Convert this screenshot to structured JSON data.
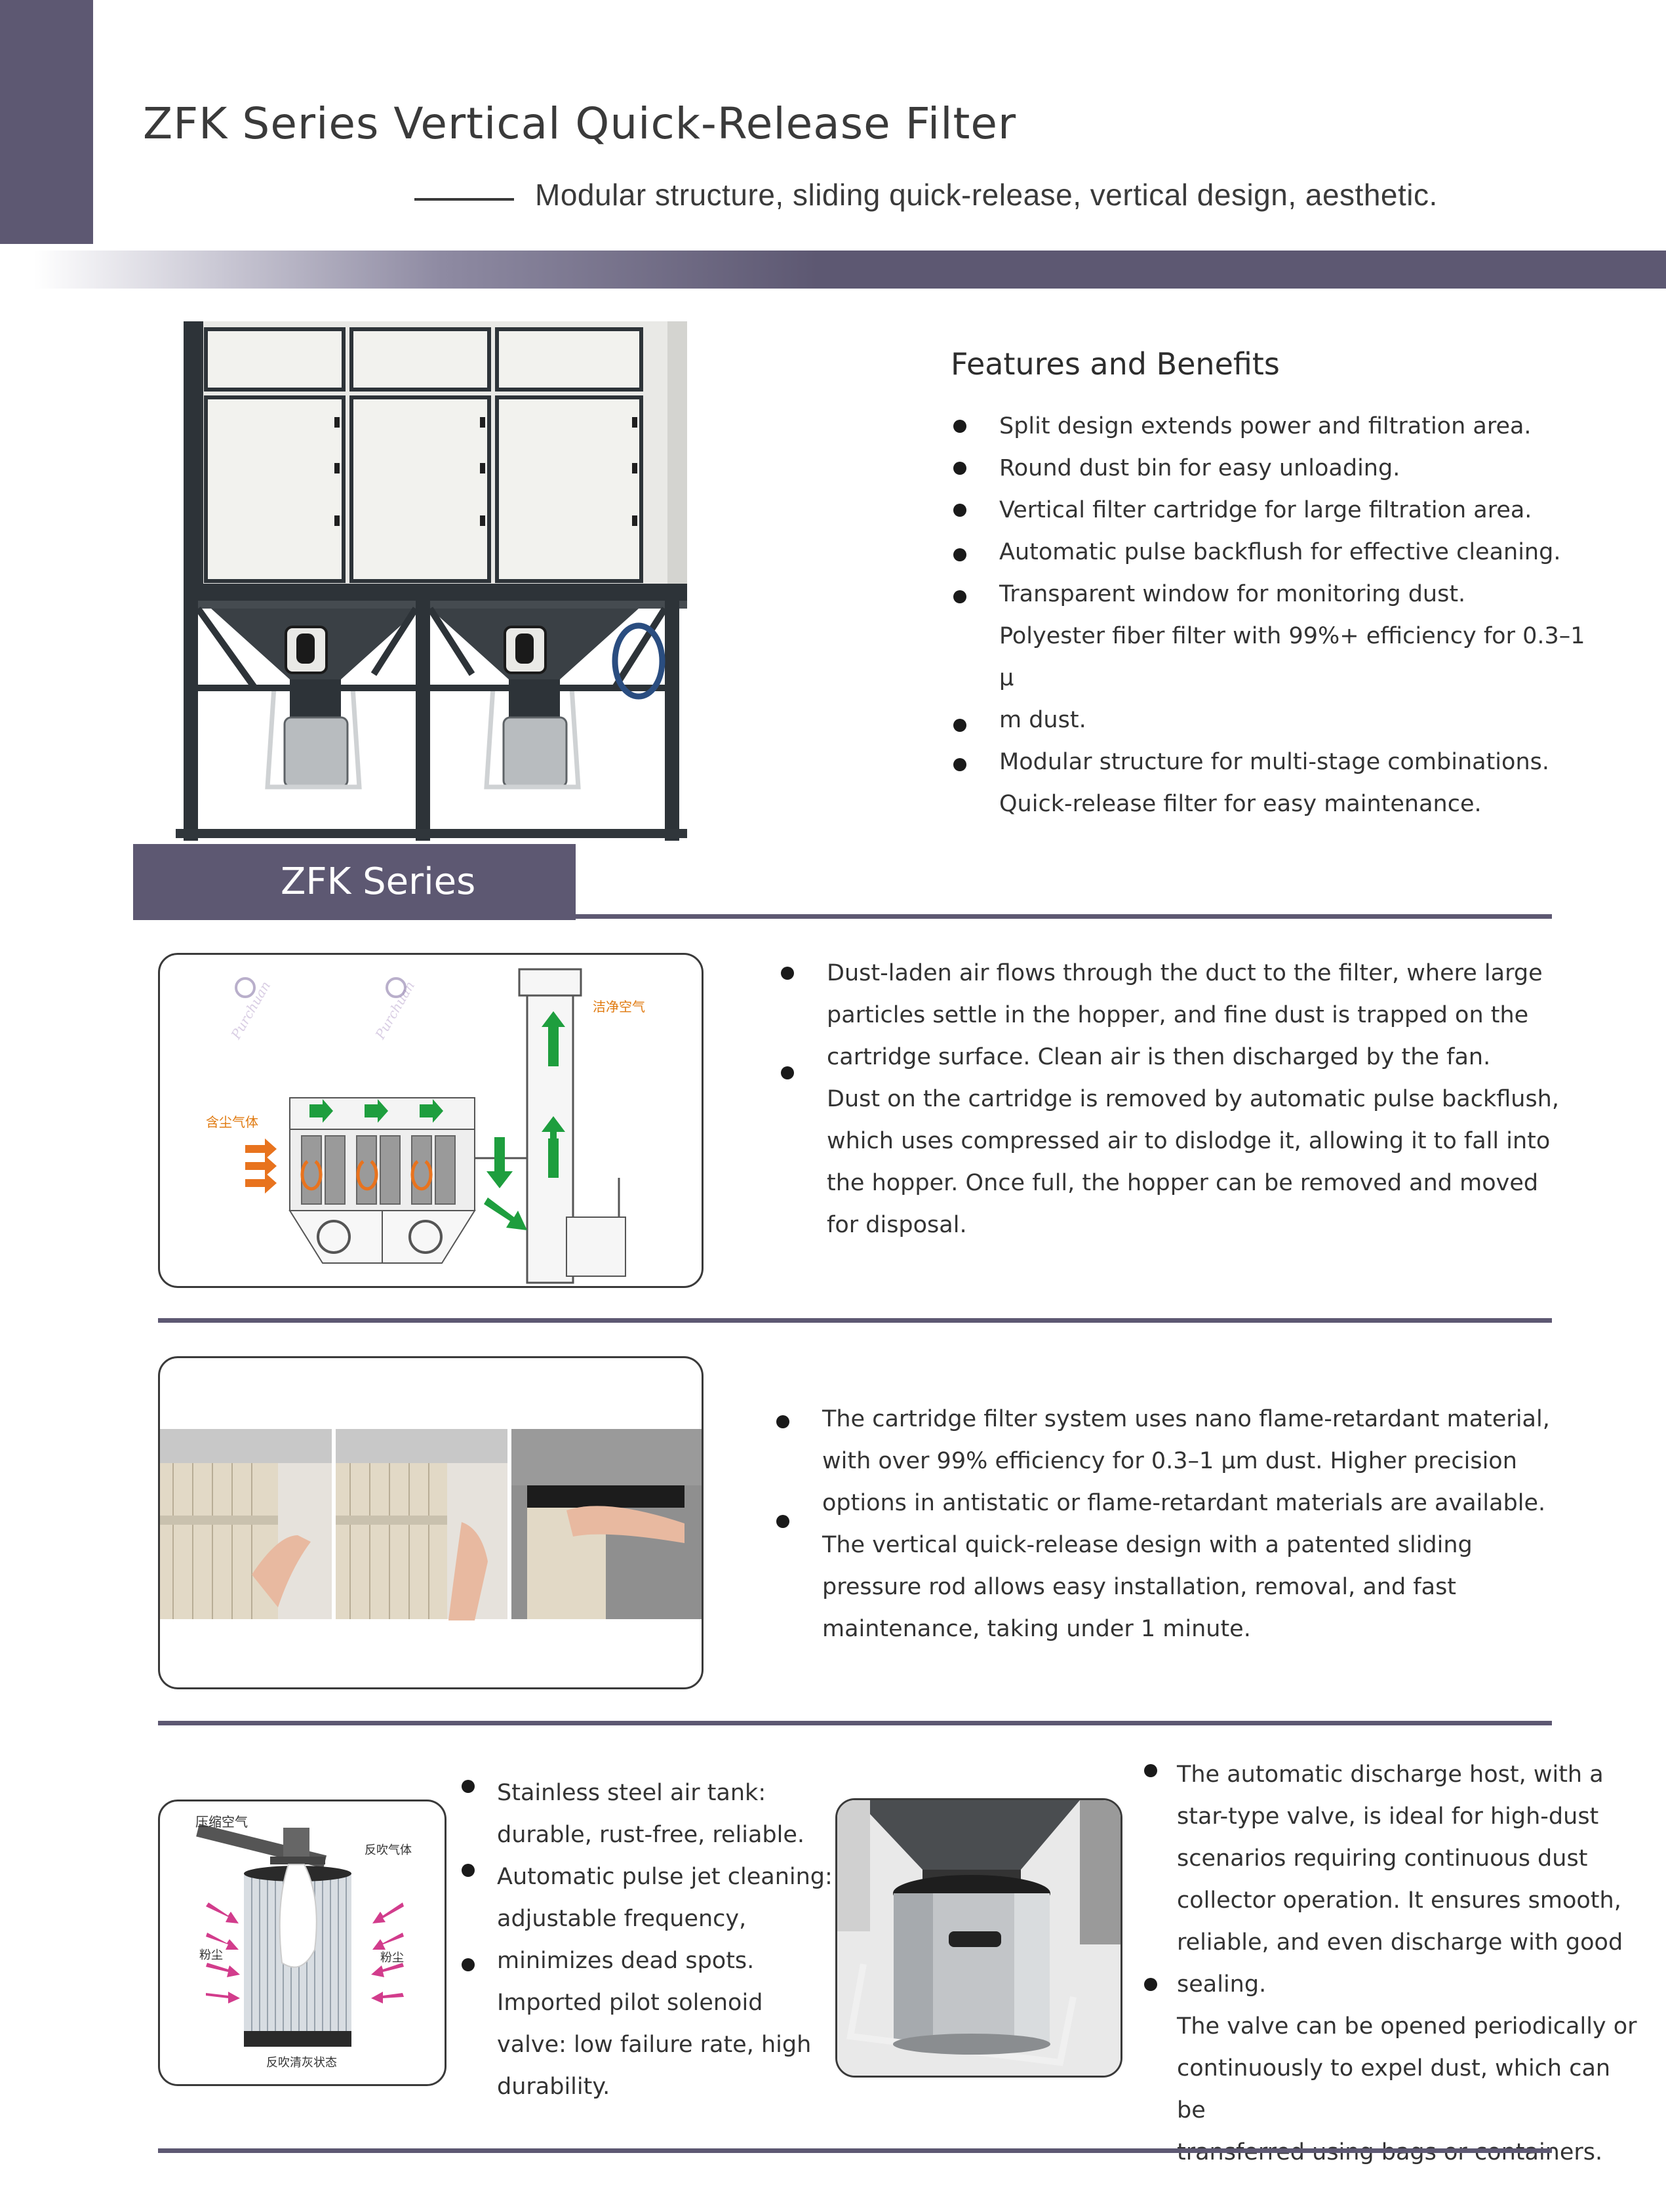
{
  "header": {
    "title": "ZFK Series Vertical Quick-Release Filter",
    "subtitle": "Modular structure, sliding quick-release, vertical design, aesthetic."
  },
  "features": {
    "heading": "Features and Benefits",
    "items": [
      "Split design extends power and filtration area.",
      "Round dust bin for easy unloading.",
      "Vertical filter cartridge for large filtration area.",
      "Automatic pulse backflush for effective cleaning.",
      "Transparent window for monitoring dust.",
      "Polyester fiber filter with 99%+ efficiency for 0.3–1 μ",
      "m dust.",
      "Modular structure for multi-stage combinations.",
      "Quick-release filter for easy maintenance."
    ]
  },
  "series_tab": "ZFK Series",
  "flow_section": {
    "lines": [
      "Dust-laden air flows through the duct to the filter, where large",
      "particles settle in the hopper, and fine dust is trapped on the",
      "cartridge surface. Clean air is then discharged by the fan.",
      "Dust on the cartridge is removed by automatic pulse backflush,",
      "which uses compressed air to dislodge it, allowing it to fall into",
      "the hopper. Once full, the hopper can be removed and moved",
      "for disposal."
    ],
    "diagram_labels": {
      "clean_air": "洁净空气",
      "dusty_gas": "含尘气体",
      "watermark": "Purchuan"
    }
  },
  "cartridge_section": {
    "lines": [
      "The cartridge filter system uses nano flame-retardant material,",
      "with over 99% efficiency for 0.3–1 μm dust. Higher precision",
      "options in antistatic or flame-retardant materials are available.",
      "The vertical quick-release design with a patented sliding",
      "pressure rod allows easy installation, removal, and fast",
      "maintenance, taking under 1 minute."
    ]
  },
  "tank_section": {
    "lines": [
      "Stainless steel air tank:",
      "durable, rust-free, reliable.",
      "Automatic pulse jet cleaning:",
      "adjustable frequency,",
      "minimizes dead spots.",
      "Imported pilot solenoid",
      "valve: low failure rate, high",
      "durability."
    ],
    "diagram_labels": {
      "compressed_air": "压缩空气",
      "reverse_gas": "反吹气体",
      "dust_left": "粉尘",
      "dust_right": "粉尘",
      "caption": "反吹清灰状态"
    }
  },
  "discharge_section": {
    "lines": [
      "The automatic discharge host, with a",
      "star-type valve, is ideal for high-dust",
      "scenarios requiring continuous dust",
      "collector operation. It ensures smooth,",
      "reliable, and even discharge with good",
      "sealing.",
      "The valve can be opened periodically or",
      "continuously to expel dust, which can be",
      "transferred using bags or containers."
    ]
  },
  "colors": {
    "accent": "#5d5872",
    "flow_arrow": "#1e9e3e",
    "inlet_arrow": "#e8731e",
    "jet_arrow": "#d23c8c",
    "label_orange": "#e07a10"
  }
}
